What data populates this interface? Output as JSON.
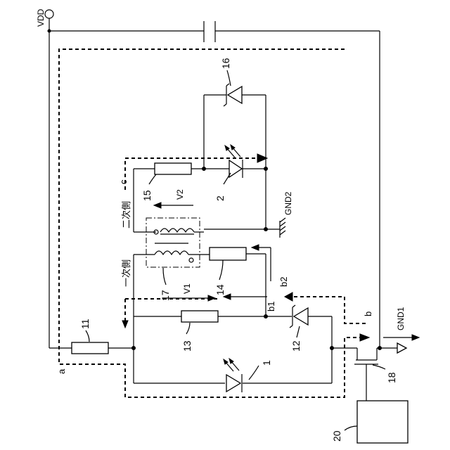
{
  "labels": {
    "vdd": "VDD",
    "gnd1": "GND1",
    "gnd2": "GND2",
    "v1": "V1",
    "v2": "V2",
    "primary_side": "一次側",
    "secondary_side": "二次側",
    "path_a": "a",
    "path_b": "b",
    "path_b1": "b1",
    "path_b2": "b2",
    "path_c": "c"
  },
  "refs": {
    "r11": "11",
    "r13": "13",
    "r14": "14",
    "r15": "15",
    "d1": "1",
    "d2": "2",
    "d12": "12",
    "d16": "16",
    "t17": "17",
    "q18": "18",
    "c20": "20"
  }
}
